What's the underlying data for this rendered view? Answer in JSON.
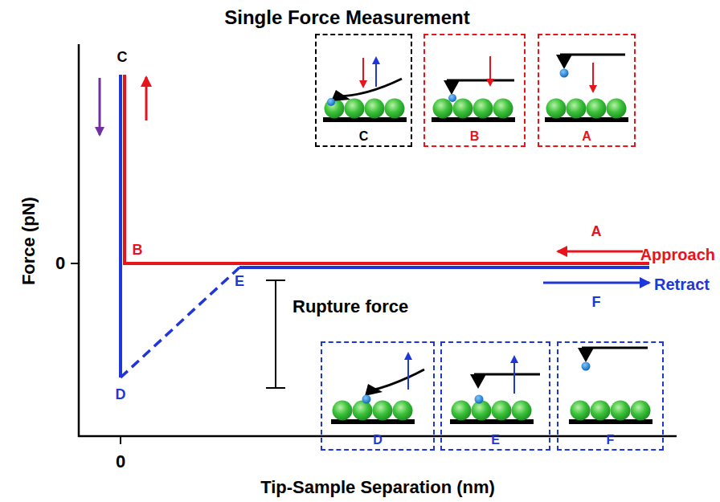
{
  "diagram": {
    "title": "Single Force Measurement",
    "nodes": [
      {
        "text": [
          "C"
        ]
      },
      {
        "text": [
          "B"
        ]
      },
      {
        "text": [
          "A"
        ]
      },
      {
        "text": [
          "D"
        ]
      },
      {
        "text": [
          "E"
        ]
      },
      {
        "text": [
          "F"
        ]
      }
    ],
    "labels": [
      "0",
      "0",
      "Force (pN)",
      "Tip-Sample Separation (nm)",
      "C",
      "B",
      "A",
      "Approach",
      "Retract",
      "F",
      "D",
      "E",
      "Rupture force"
    ]
  }
}
